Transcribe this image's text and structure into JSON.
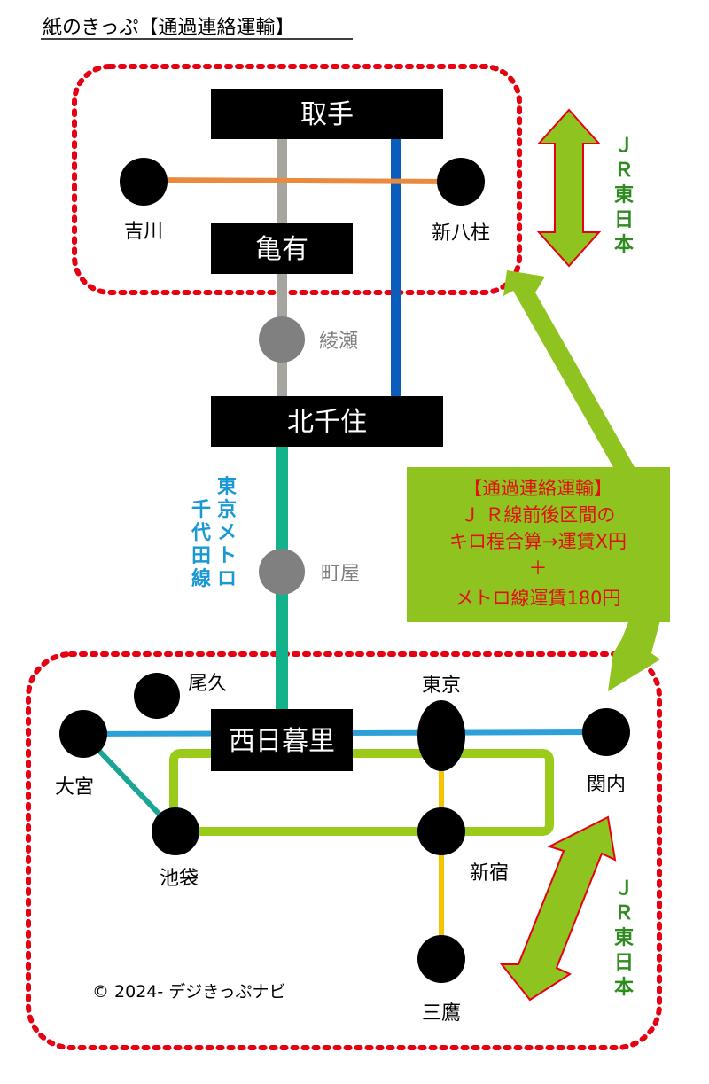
{
  "title": "紙のきっぷ【通過連絡運輸】",
  "colors": {
    "region_border": "#e60012",
    "jr_label": "#2e8b1e",
    "metro_label": "#1a98d5",
    "note_box": "#8fc31f",
    "note_text": "#e11111",
    "joban_line": "#a7a5a0",
    "musashino_line": "#ea8a3e",
    "tx_blue_line": "#0b5dbb",
    "chiyoda_line": "#12b38a",
    "keihin_line": "#2da0d8",
    "saikyo_line": "#1aa594",
    "yamanote_line": "#9acb1a",
    "chuo_line": "#f5c400",
    "station_black": "#000000",
    "station_gray": "#808080"
  },
  "major_stations": {
    "toride": "取手",
    "kameari": "亀有",
    "kitasenju": "北千住",
    "nishinippori": "西日暮里"
  },
  "stations": {
    "yoshikawa": "吉川",
    "shinyahashira": "新八柱",
    "ayase": "綾瀬",
    "machiya": "町屋",
    "ohisa": "尾久",
    "tokyo": "東京",
    "omiya": "大宮",
    "kannai": "関内",
    "ikebukuro": "池袋",
    "shinjuku": "新宿",
    "mitaka": "三鷹"
  },
  "side_labels": {
    "jr_top": [
      "Ｊ",
      "Ｒ",
      "東",
      "日",
      "本"
    ],
    "jr_bottom": [
      "Ｊ",
      "Ｒ",
      "東",
      "日",
      "本"
    ],
    "metro_col1": [
      "東",
      "京",
      "メ",
      "ト",
      "ロ"
    ],
    "metro_col2": [
      "千",
      "代",
      "田",
      "線"
    ]
  },
  "note": {
    "line1": "【通過連絡運輸】",
    "line2": "Ｊ Ｒ線前後区間の",
    "line3": "キロ程合算→運賃X円",
    "line4": "＋",
    "line5": "メトロ線運賃180円"
  },
  "copyright": "© 2024- デジきっぷナビ"
}
